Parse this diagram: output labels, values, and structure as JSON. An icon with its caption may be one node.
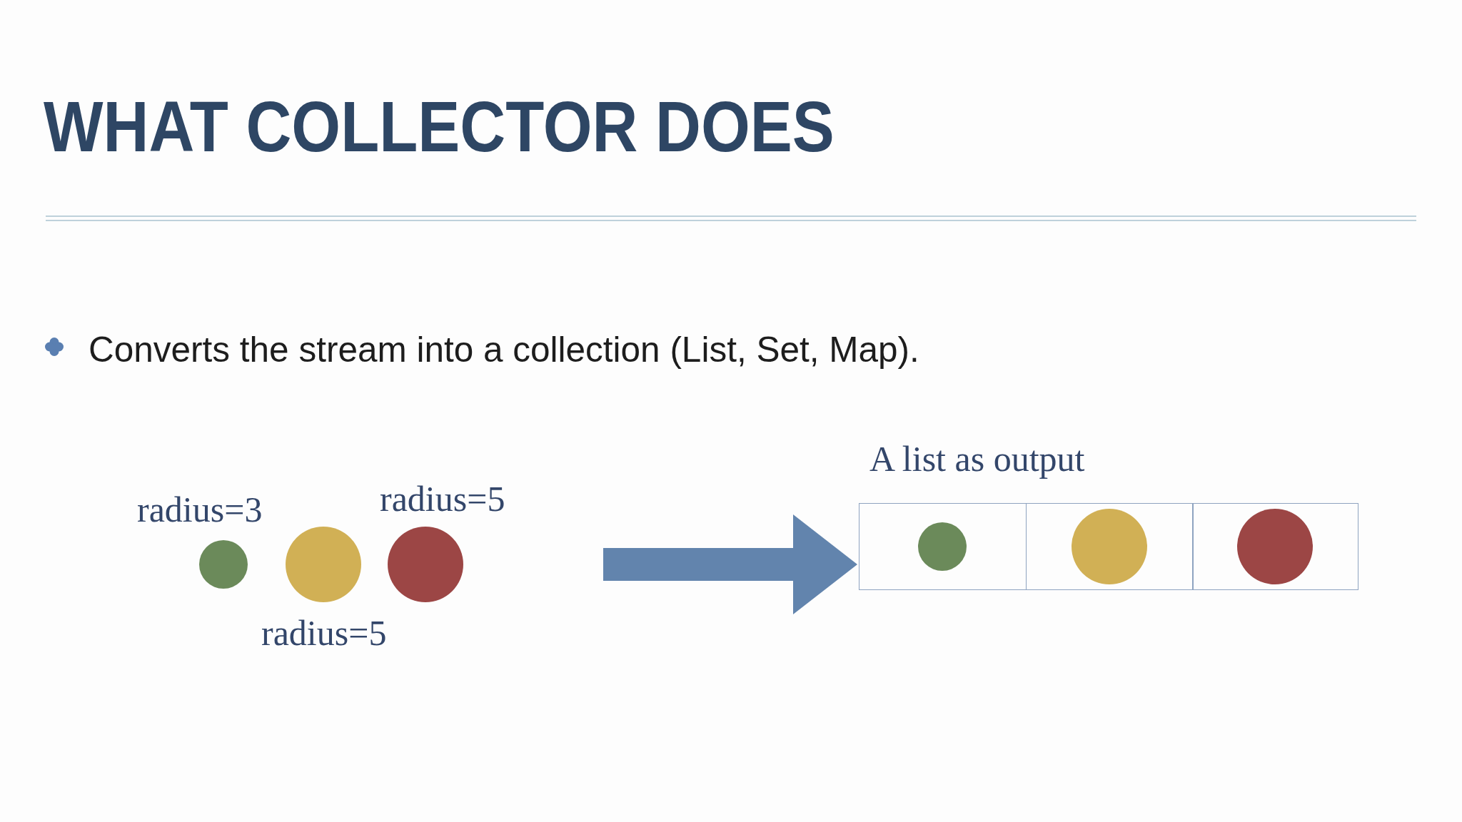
{
  "diagram": {
    "title": "WHAT COLLECTOR DOES",
    "nodes": [
      {
        "text": [],
        "shape": "circle",
        "beside": [
          "radius=3"
        ]
      },
      {
        "text": [],
        "shape": "circle",
        "beside": [
          "radius=5"
        ]
      },
      {
        "text": [],
        "shape": "circle",
        "beside": [
          "radius=5"
        ]
      },
      {
        "text": [
          "A list as output"
        ]
      },
      {
        "text": [],
        "shape": "box",
        "in": 3
      },
      {
        "text": [],
        "shape": "box",
        "in": 3
      },
      {
        "text": [],
        "shape": "box",
        "in": 3
      },
      {
        "text": [],
        "shape": "circle",
        "in": 4
      },
      {
        "text": [],
        "shape": "circle",
        "in": 5
      },
      {
        "text": [],
        "shape": "circle",
        "in": 6
      }
    ],
    "edges": [
      {
        "from": null,
        "to": 3,
        "arrow": "to"
      }
    ],
    "labels": [
      "Converts the stream into a collection (List, Set, Map)."
    ]
  }
}
